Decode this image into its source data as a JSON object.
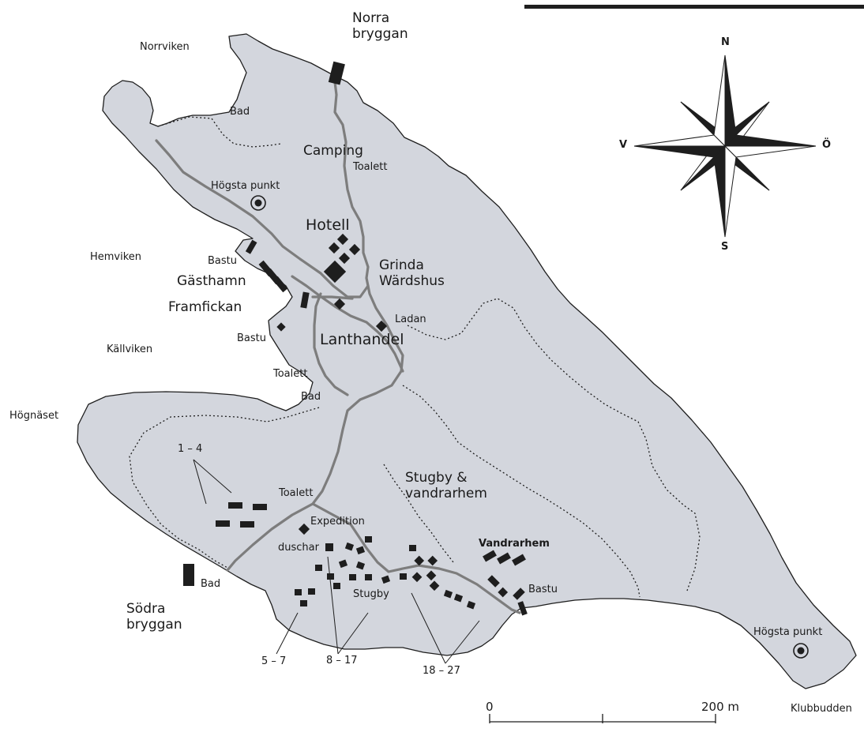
{
  "labels": {
    "norra_bryggan": "Norra\nbryggan",
    "norrviken": "Norrviken",
    "bad_north": "Bad",
    "camping": "Camping",
    "toalett_north": "Toalett",
    "hogsta_punkt_north": "Högsta punkt",
    "hotell": "Hotell",
    "hemviken": "Hemviken",
    "bastu_hamn": "Bastu",
    "gasthamn": "Gästhamn",
    "grinda_wardshus": "Grinda\nWärdshus",
    "framfickan": "Framfickan",
    "ladan": "Ladan",
    "bastu_west": "Bastu",
    "lanthandel": "Lanthandel",
    "kallviken": "Källviken",
    "toalett_mid": "Toalett",
    "bad_mid": "Bad",
    "hognaset": "Högnäset",
    "cabins_1_4": "1 – 4",
    "stugby_vandrarhem": "Stugby &\nvandrarhem",
    "toalett_south": "Toalett",
    "expedition": "Expedition",
    "duschar": "duschar",
    "vandrarhem": "Vandrarhem",
    "bastu_south": "Bastu",
    "bad_south": "Bad",
    "sodra_bryggan": "Södra\nbryggan",
    "stugby": "Stugby",
    "cabins_5_7": "5 – 7",
    "cabins_8_17": "8 – 17",
    "cabins_18_27": "18 – 27",
    "hogsta_punkt_south": "Högsta punkt",
    "klubbudden": "Klubbudden"
  },
  "compass": {
    "north": "N",
    "south": "S",
    "west": "V",
    "east": "Ö"
  },
  "scale_bar": {
    "start_label": "0",
    "end_label": "200 m"
  },
  "colors": {
    "land": "#d3d6dd",
    "road": "#7d7d7d",
    "building": "#1e1e1e",
    "outline": "#1e1e1e"
  }
}
